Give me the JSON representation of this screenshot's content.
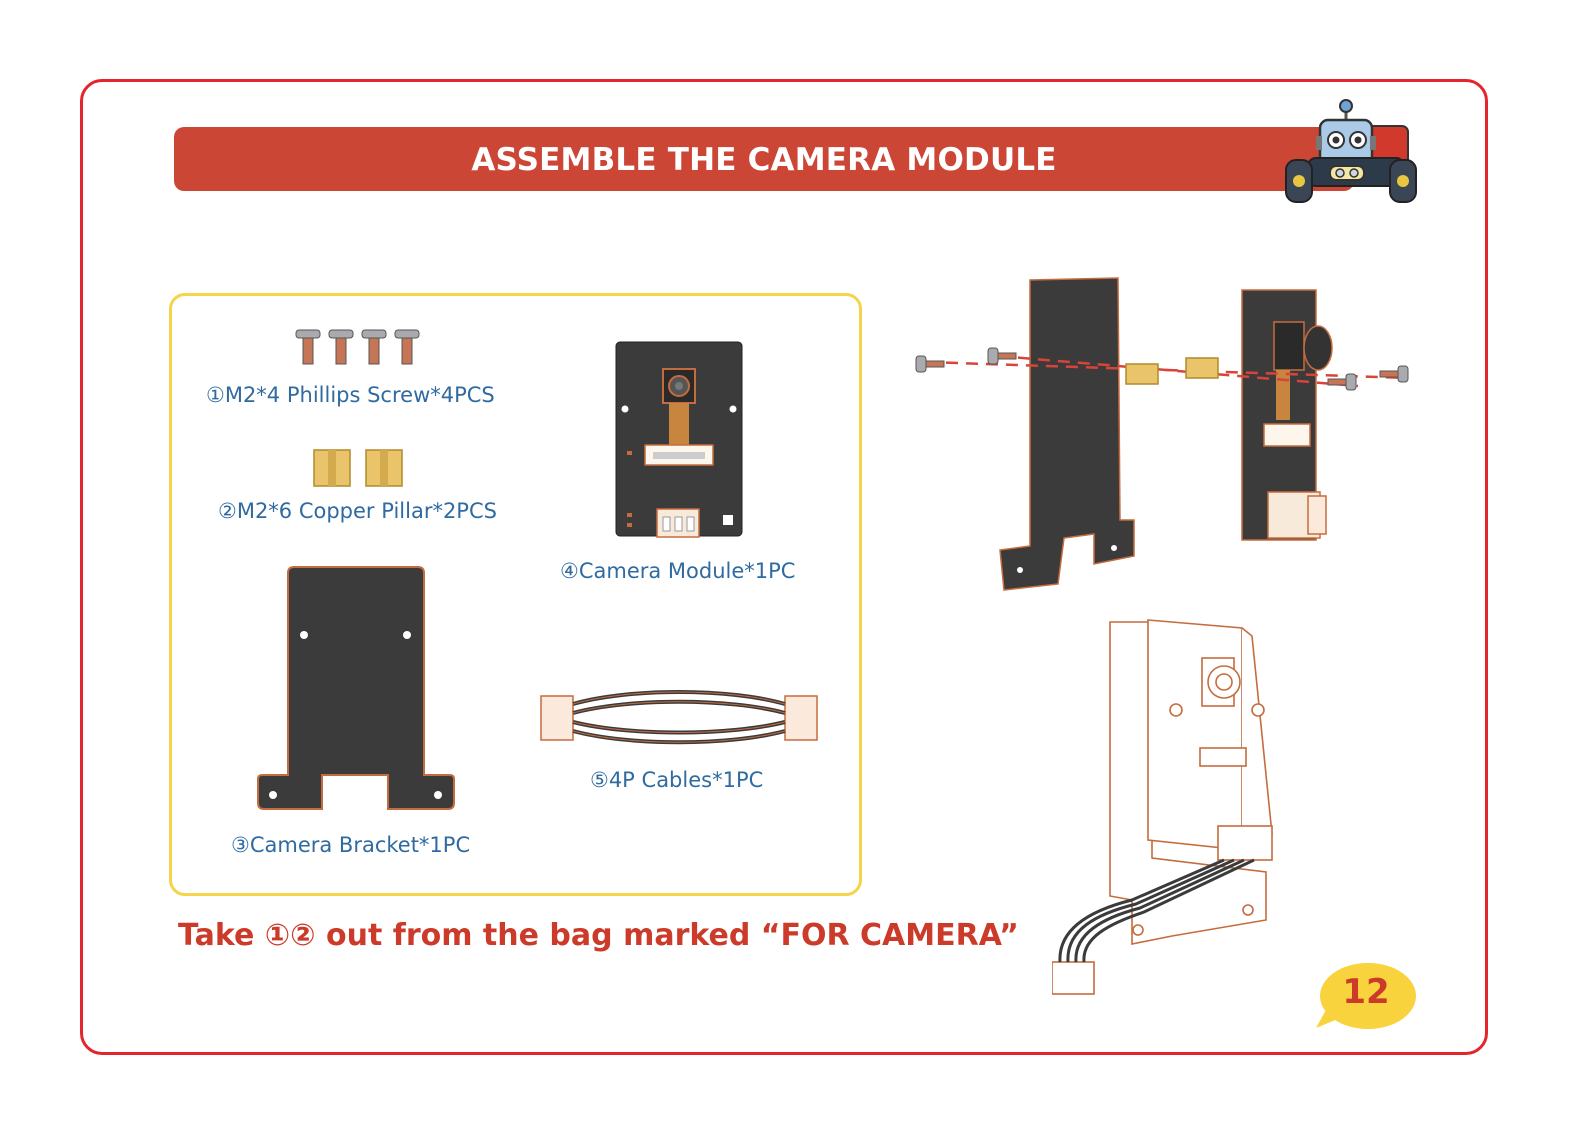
{
  "header": {
    "title": "ASSEMBLE THE CAMERA MODULE"
  },
  "parts": [
    {
      "label": "①M2*4 Phillips Screw*4PCS"
    },
    {
      "label": "②M2*6 Copper Pillar*2PCS"
    },
    {
      "label": "③Camera Bracket*1PC"
    },
    {
      "label": "④Camera Module*1PC"
    },
    {
      "label": "⑤4P Cables*1PC"
    }
  ],
  "instruction": "Take ①② out from the bag marked “FOR CAMERA”",
  "page_number": "12",
  "colors": {
    "frame": "#e4262c",
    "banner": "#cc4636",
    "parts_box_border": "#f5d34a",
    "label_text": "#2f6aa0",
    "instruction_text": "#cc3a2a",
    "page_badge": "#f8d33e"
  }
}
